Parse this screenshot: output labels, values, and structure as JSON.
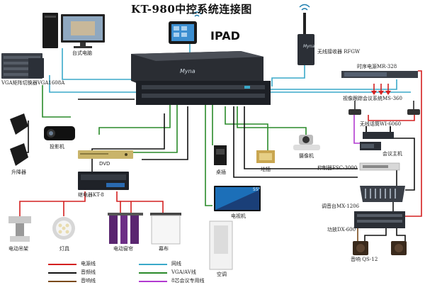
{
  "title": "KT-980中控系统连接图",
  "ipad_label": "IPAD",
  "controller_brand": "Myna",
  "devices": {
    "desktop": "台式电脑",
    "matrix": "VGA矩阵切换器VGA1608A",
    "projector": "投影机",
    "lift": "升降器",
    "dvd": "DVD",
    "relay": "继电器KT-8",
    "motor_hanger": "电动吊架",
    "lights": "灯具",
    "curtain": "电动窗帘",
    "screen": "幕布",
    "podium": "桌插",
    "floor_socket": "地插",
    "camera": "摄像机",
    "tv": "电视机",
    "tv_size": "55\"",
    "ac": "空调",
    "wireless_receiver": "无线接收器 RFGW",
    "power_sequencer": "时序电源MR-328",
    "video_conference": "视像跟踪会议系统MS-360",
    "wireless_mic": "无线话筒WI-6060",
    "conference_host": "会议主机",
    "suppressor": "抑制器FSC-3000",
    "mixer": "调音台MX-1206",
    "amplifier": "功放DX-600",
    "speaker": "音响 QS-12"
  },
  "legend": [
    {
      "label": "电源线",
      "color": "#d42020"
    },
    {
      "label": "网线",
      "color": "#3aa9c9"
    },
    {
      "label": "音频线",
      "color": "#111111"
    },
    {
      "label": "VGA/AV线",
      "color": "#2a8a2a"
    },
    {
      "label": "音响线",
      "color": "#7a4a1a"
    },
    {
      "label": "8芯会议专用线",
      "color": "#b23ad0"
    }
  ]
}
